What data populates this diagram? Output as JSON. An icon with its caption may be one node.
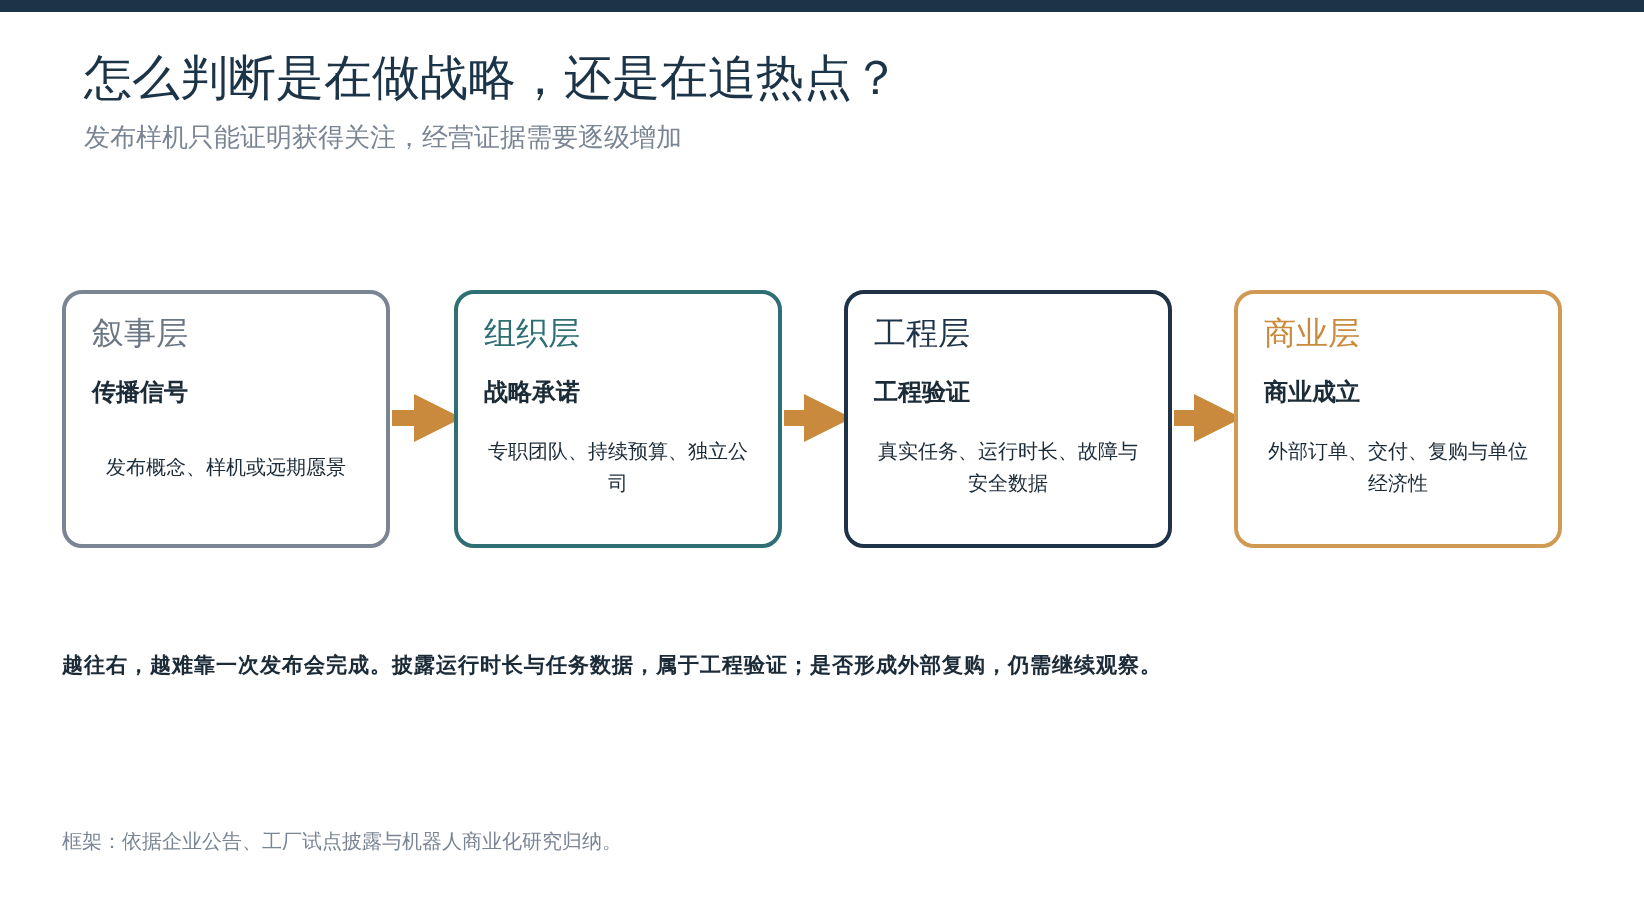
{
  "diagram": {
    "title": "怎么判断是在做战略，还是在追热点？",
    "nodes": [
      {
        "text": [
          "叙事层",
          "传播信号",
          "发布概念、样机或远期愿景"
        ]
      },
      {
        "text": [
          "组织层",
          "战略承诺",
          "专职团队、持续预算、独立公司"
        ]
      },
      {
        "text": [
          "工程层",
          "工程验证",
          "真实任务、运行时长、故障与安全数据"
        ]
      },
      {
        "text": [
          "商业层",
          "商业成立",
          "外部订单、交付、复购与单位经济性"
        ]
      }
    ],
    "edges": [
      {
        "from": 0,
        "to": 1,
        "arrow": "to"
      },
      {
        "from": 1,
        "to": 2,
        "arrow": "to"
      },
      {
        "from": 2,
        "to": 3,
        "arrow": "to"
      }
    ],
    "labels": [
      "发布样机只能证明获得关注，经营证据需要逐级增加",
      "越往右，越难靠一次发布会完成。披露运行时长与任务数据，属于工程验证；是否形成外部复购，仍需继续观察。",
      "框架：依据企业公告、工厂试点披露与机器人商业化研究归纳。"
    ]
  }
}
